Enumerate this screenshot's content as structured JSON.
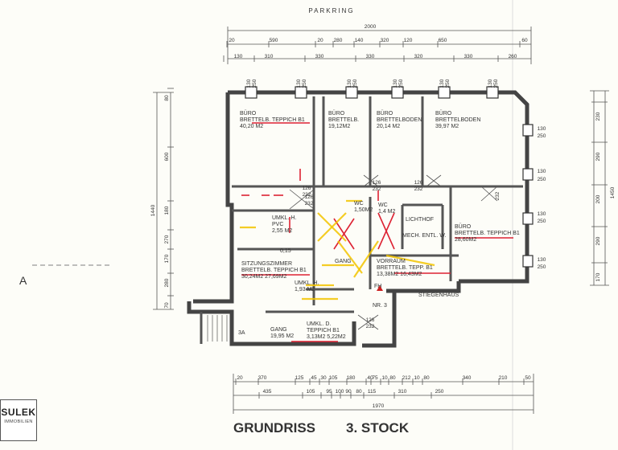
{
  "street": "PARKRING",
  "title_left": "GRUNDRISS",
  "title_right": "3. STOCK",
  "section_marker": "A",
  "logo": {
    "line1": "SULEK",
    "line2": "IMMOBILIEN"
  },
  "staircase_number": "NR. 3",
  "top_dims": {
    "total": "2000",
    "row1": [
      "20",
      "590",
      "20",
      "280",
      "140",
      "320",
      "120",
      "650",
      "60"
    ],
    "row2": [
      "130",
      "310",
      "330",
      "330",
      "320",
      "330",
      "260"
    ]
  },
  "bottom_dims": {
    "total": "1970",
    "row1": [
      "20",
      "370",
      "125",
      "45",
      "30",
      "105",
      "180",
      "40",
      "75",
      "10",
      "80",
      "212",
      "10",
      "80",
      "340",
      "210",
      "50"
    ],
    "row2": [
      "435",
      "105",
      "95",
      "100",
      "90",
      "80",
      "115",
      "310",
      "250"
    ]
  },
  "left_dims": {
    "total": "1440",
    "parts": [
      "80",
      "600",
      "180",
      "270",
      "170",
      "280",
      "70"
    ]
  },
  "right_dims": {
    "total": "1450",
    "parts": [
      "230",
      "290",
      "200",
      "290",
      "170"
    ],
    "inner": [
      "130",
      "250",
      "130",
      "250",
      "130",
      "250",
      "130",
      "250"
    ]
  },
  "window_labels": [
    "130",
    "250"
  ],
  "door_label": {
    "width": "126",
    "height": "232"
  },
  "rooms": [
    {
      "name": "BÜRO",
      "line2": "BRETTELB. TEPPICH B1",
      "area": "40,20 M2"
    },
    {
      "name": "BÜRO",
      "line2": "BRETTELB.",
      "area": "19,12M2"
    },
    {
      "name": "BÜRO",
      "line2": "BRETTELBODEN",
      "area": "20,14 M2"
    },
    {
      "name": "BÜRO",
      "line2": "BRETTELBODEN",
      "area": "39,97 M2"
    },
    {
      "name": "BÜRO",
      "line2": "BRETTELB. TEPPICH B1",
      "area": "28,60M2"
    },
    {
      "name": "SITZUNGSZIMMER",
      "line2": "BRETTELB. TEPPICH B1",
      "area": "30,24M2   27,69M2"
    },
    {
      "name": "LICHTHOF",
      "line2": "",
      "area": ""
    },
    {
      "name": "MECH. ENTL. W.",
      "line2": "",
      "area": ""
    },
    {
      "name": "VORRAUM",
      "line2": "BRETTELB. TEPP. B1",
      "area": "13,38M2  16,43M2"
    },
    {
      "name": "GANG",
      "line2": "",
      "area": "19,95 M2"
    },
    {
      "name": "UMKL. D.",
      "line2": "TEPPICH B1",
      "area": "3,13M2   5,22M2"
    },
    {
      "name": "UMKL. H.",
      "line2": "PVC",
      "area": "2,55 M2"
    },
    {
      "name": "UMKL. H.",
      "line2": "",
      "area": "1,93 M2"
    },
    {
      "name": "GANG",
      "line2": "",
      "area": ""
    },
    {
      "name": "WC",
      "line2": "",
      "area": "1,4 M2"
    },
    {
      "name": "WC",
      "line2": "",
      "area": "1,50M2"
    },
    {
      "name": "STIEGENHAUS",
      "line2": "",
      "area": ""
    },
    {
      "name": "3A",
      "line2": "",
      "area": ""
    }
  ],
  "misc_labels": [
    "0,15",
    "1,4 M2",
    "FH"
  ]
}
